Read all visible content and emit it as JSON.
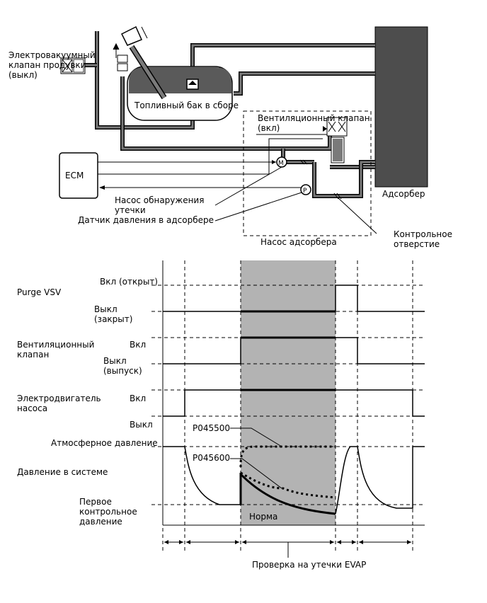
{
  "system": {
    "purge_vsv_label_1": "Электровакуумный",
    "purge_vsv_label_2": "клапан продувки",
    "purge_vsv_label_3": "(выкл)",
    "fuel_tank_label": "Топливный бак в сборе",
    "vent_valve_label_1": "Вентиляционный клапан",
    "vent_valve_label_2": "(вкл)",
    "ecm_label": "ECM",
    "canister_label": "Адсорбер",
    "leak_pump_label_1": "Насос обнаружения",
    "leak_pump_label_2": "утечки",
    "pressure_sensor_label": "Датчик давления в адсорбере",
    "canister_pump_label": "Насос адсорбера",
    "orifice_label_1": "Контрольное",
    "orifice_label_2": "отверстие",
    "motor_symbol": "M",
    "pressure_symbol": "P"
  },
  "timing": {
    "purge_vsv": "Purge VSV",
    "purge_on": "Вкл (открыт)",
    "purge_off_1": "Выкл",
    "purge_off_2": "(закрыт)",
    "vent_valve_1": "Вентиляционный",
    "vent_valve_2": "клапан",
    "vent_on": "Вкл",
    "vent_off_1": "Выкл",
    "vent_off_2": "(выпуск)",
    "pump_motor_1": "Электродвигатель",
    "pump_motor_2": "насоса",
    "pump_on": "Вкл",
    "pump_off": "Выкл",
    "code_1": "P045500",
    "atmospheric": "Атмосферное давление",
    "code_2": "P045600",
    "system_pressure": "Давление в системе",
    "first_ref_1": "Первое",
    "first_ref_2": "контрольное",
    "first_ref_3": "давление",
    "normal": "Норма",
    "evap_check": "Проверка на утечки EVAP"
  },
  "colors": {
    "highlight": "#b3b3b3",
    "canister": "#4d4d4d",
    "tank_fill": "#5a5a5a"
  }
}
